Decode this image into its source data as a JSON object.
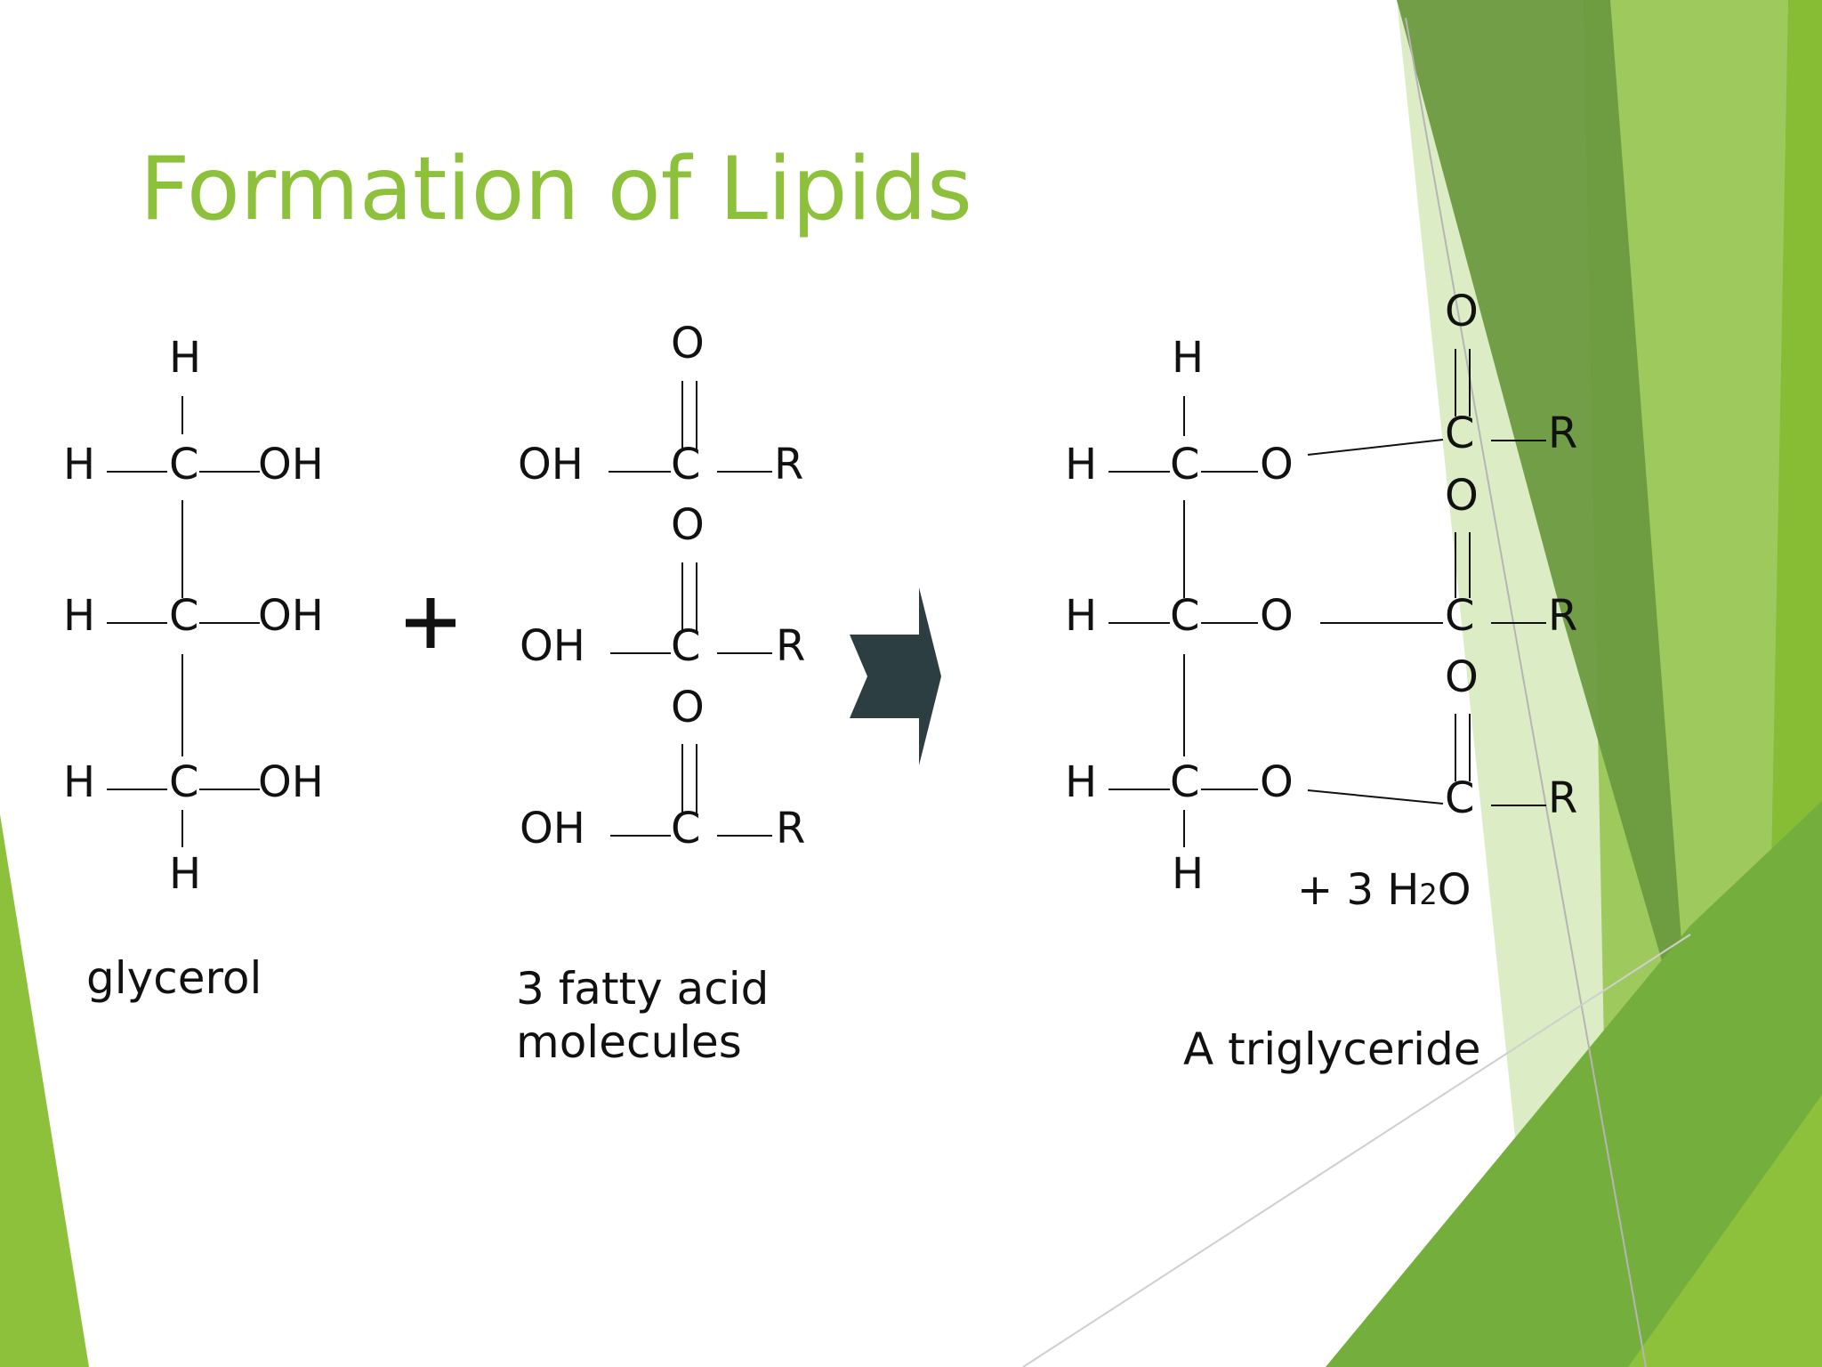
{
  "title": "Formation of Lipids",
  "atoms": {
    "H": "H",
    "C": "C",
    "O": "O",
    "OH": "OH",
    "R": "R"
  },
  "captions": {
    "glycerol": "glycerol",
    "fatty_acid_line1": "3 fatty acid",
    "fatty_acid_line2": "molecules",
    "triglyceride": "A triglyceride"
  },
  "byproduct": {
    "prefix": "+ 3 H",
    "subscript": "2",
    "suffix": "O"
  },
  "colors": {
    "title": "#8dc13c",
    "arrow": "#2d3e42",
    "text": "#111111",
    "accent_green": "#8dc13c",
    "dark_green": "#6a9a3f"
  }
}
